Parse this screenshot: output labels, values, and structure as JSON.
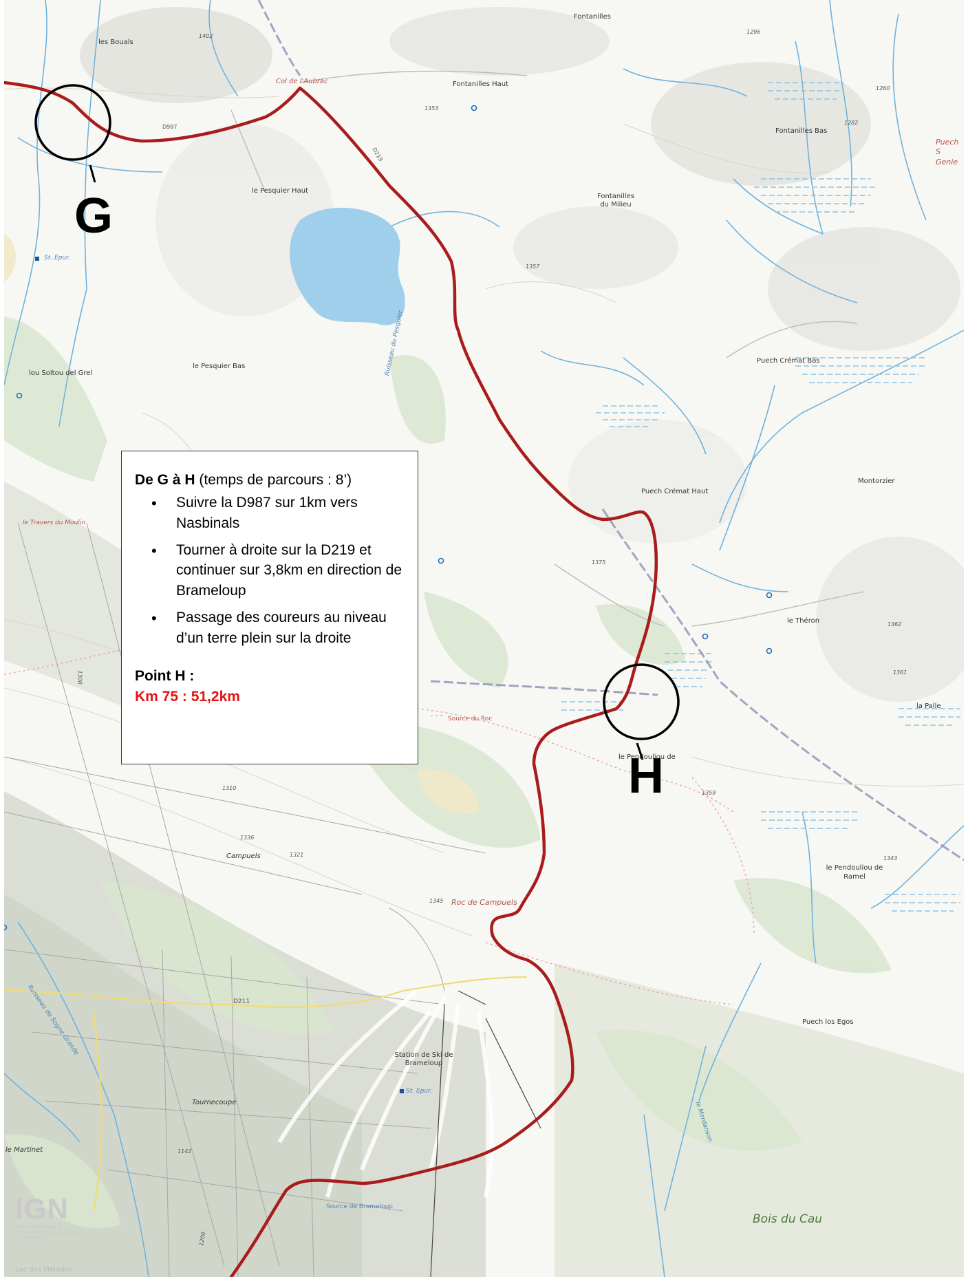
{
  "map": {
    "places": [
      {
        "id": "les-bouals",
        "text": "les Bouals"
      },
      {
        "id": "col-aubrac",
        "text": "Col de l'Aubrac"
      },
      {
        "id": "fontanilles",
        "text": "Fontanilles"
      },
      {
        "id": "fontanilles-haut",
        "text": "Fontanilles Haut"
      },
      {
        "id": "fontanilles-bas",
        "text": "Fontanilles Bas"
      },
      {
        "id": "fontanilles-milieu",
        "text": "Fontanilles du Milieu"
      },
      {
        "id": "le-pesquier-haut",
        "text": "le Pesquier Haut"
      },
      {
        "id": "le-pesquier-bas",
        "text": "le Pesquier Bas"
      },
      {
        "id": "lou-soltou",
        "text": "lou Soltou del Grel"
      },
      {
        "id": "puech-cremat-bas",
        "text": "Puech Crémat Bas"
      },
      {
        "id": "puech-cremat-haut",
        "text": "Puech Crémat Haut"
      },
      {
        "id": "montorzier",
        "text": "Montorzier"
      },
      {
        "id": "le-theron",
        "text": "le Théron"
      },
      {
        "id": "la-palle",
        "text": "la Palle"
      },
      {
        "id": "le-travers-moulin",
        "text": "le Travers du Moulin"
      },
      {
        "id": "source-du-roc",
        "text": "Source du Roc"
      },
      {
        "id": "le-pendouliou-h",
        "text": "le Pendouliou de"
      },
      {
        "id": "le-pendouliou-ramel",
        "text": "le Pendouliou de Ramel"
      },
      {
        "id": "campuels",
        "text": "Campuels"
      },
      {
        "id": "roc-campuels",
        "text": "Roc de Campuels"
      },
      {
        "id": "station-ski",
        "text": "Station de Ski de Brameloup"
      },
      {
        "id": "tournecoupe",
        "text": "Tournecoupe"
      },
      {
        "id": "le-martinet",
        "text": "le Martinet"
      },
      {
        "id": "source-brameloup",
        "text": "Source de Brameloup"
      },
      {
        "id": "puech-los-egos",
        "text": "Puech los Egos"
      },
      {
        "id": "bois-du-cau",
        "text": "Bois du Cau"
      },
      {
        "id": "puech-genie",
        "text": "Puech S Genie"
      },
      {
        "id": "st-epur-1",
        "text": "St. Epur."
      },
      {
        "id": "st-epur-2",
        "text": "St. Epur."
      },
      {
        "id": "ruisseau-sogne",
        "text": "Ruisseau de Sogne Grande"
      },
      {
        "id": "ruisseau-pesquier",
        "text": "Ruisseau du Pesquier"
      },
      {
        "id": "le-merdanson",
        "text": "le Merdanson"
      }
    ],
    "roads": [
      {
        "id": "d987",
        "text": "D987"
      },
      {
        "id": "d219",
        "text": "D219"
      },
      {
        "id": "d211",
        "text": "D211"
      }
    ],
    "altitudes": [
      {
        "id": "a1402",
        "text": "1402"
      },
      {
        "id": "a1296",
        "text": "1296"
      },
      {
        "id": "a1353",
        "text": "1353"
      },
      {
        "id": "a1260",
        "text": "1260"
      },
      {
        "id": "a1282",
        "text": "1282"
      },
      {
        "id": "a1357",
        "text": "1357"
      },
      {
        "id": "a1375",
        "text": "1375"
      },
      {
        "id": "a1362",
        "text": "1362"
      },
      {
        "id": "a1361",
        "text": "1361"
      },
      {
        "id": "a1359",
        "text": "1359"
      },
      {
        "id": "a1343",
        "text": "1343"
      },
      {
        "id": "a1310",
        "text": "1310"
      },
      {
        "id": "a1336",
        "text": "1336"
      },
      {
        "id": "a1321",
        "text": "1321"
      },
      {
        "id": "a1345",
        "text": "1345"
      },
      {
        "id": "a1142",
        "text": "1142"
      },
      {
        "id": "a1300",
        "text": "1300"
      },
      {
        "id": "a1200",
        "text": "1200"
      }
    ],
    "checkpoints": [
      {
        "id": "g",
        "letter": "G"
      },
      {
        "id": "h",
        "letter": "H"
      }
    ],
    "colors": {
      "route": "#a81c1c",
      "water": "#9fcfea",
      "stream": "#6fb3dd",
      "forest": "#d9e6cf",
      "relief": "#dcdcd8",
      "road_grey": "#8f8fb3",
      "boundary": "#f1a0a8"
    }
  },
  "infobox": {
    "title_bold": "De G à H",
    "title_rest": " (temps de parcours : 8’)",
    "bullets": [
      "Suivre la D987 sur 1km vers Nasbinals",
      "Tourner à droite sur la D219 et continuer sur 3,8km en direction de Brameloup",
      "Passage des coureurs au niveau d’un terre plein sur la droite"
    ],
    "point_label": "Point H :",
    "km_label": "Km 75 : 51,2km"
  },
  "logo": {
    "text": "IGN",
    "subtitle": "INSTITUT NATIONAL DE L'INFORMATION GÉOGRAPHIQUE ET FORESTIÈRE",
    "credit": "Lac des Pléiades"
  }
}
